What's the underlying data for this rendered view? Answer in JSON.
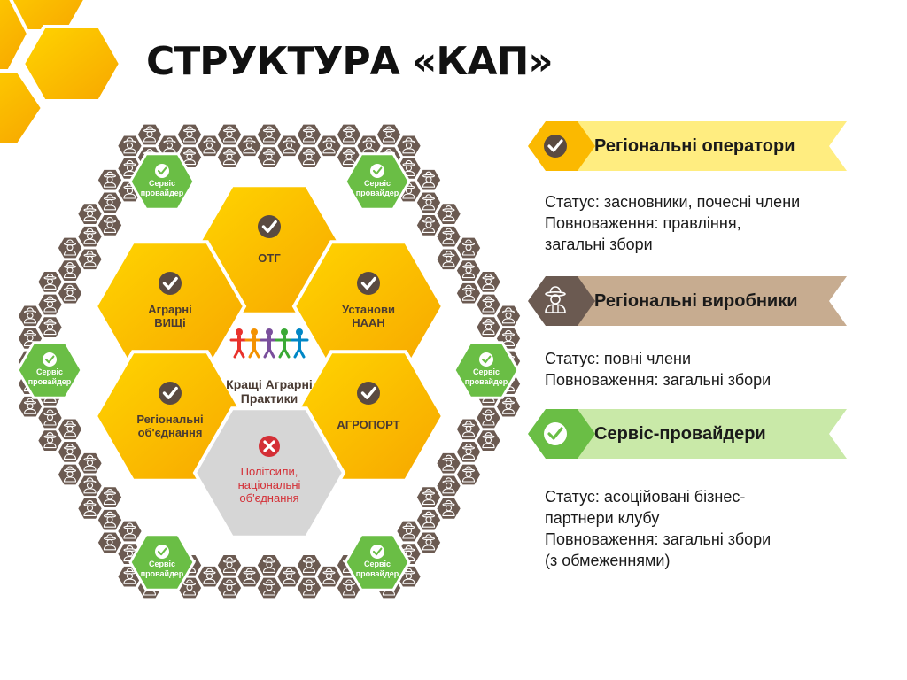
{
  "title": "СТРУКТУРА «КАП»",
  "colors": {
    "yellow_light": "#ffd500",
    "yellow_dark": "#f7a600",
    "brown": "#6b5a51",
    "green": "#6abe45",
    "grey": "#d6d6d6",
    "red": "#d42f36",
    "text": "#1a1a1a",
    "tan": "#c7ac90",
    "green_light": "#c9e9a8"
  },
  "center_logo": {
    "line1": "Кращі Аграрні",
    "line2": "Практики",
    "figure_colors": [
      "#e8322c",
      "#f39200",
      "#7a4f9c",
      "#3aa935",
      "#0087c6"
    ]
  },
  "segments": {
    "top": {
      "line1": "ОТГ",
      "line2": "",
      "icon": "check-icon"
    },
    "upper_left": {
      "line1": "Аграрні",
      "line2": "ВИЩі",
      "icon": "check-icon"
    },
    "upper_right": {
      "line1": "Установи",
      "line2": "НААН",
      "icon": "check-icon"
    },
    "lower_left": {
      "line1": "Регіональні",
      "line2": "об'єднання",
      "icon": "check-icon"
    },
    "lower_right": {
      "line1": "АГРОПОРТ",
      "line2": "",
      "icon": "check-icon"
    },
    "bottom": {
      "line1": "Політсили,",
      "line2": "національні",
      "line3": "об'єднання",
      "icon": "cross-icon"
    }
  },
  "service_hex_label": {
    "line1": "Сервіс",
    "line2": "провайдер"
  },
  "legend": [
    {
      "title": "Регіональні оператори",
      "icon": "check-icon",
      "desc": [
        "Статус: засновники, почесні члени",
        "Повноваження: правління,",
        "загальні збори"
      ]
    },
    {
      "title": "Регіональні виробники",
      "icon": "farmer-icon",
      "desc": [
        "Статус: повні члени",
        "Повноваження: загальні збори"
      ]
    },
    {
      "title": "Сервіс-провайдери",
      "icon": "check-icon",
      "desc": [
        "Статус: асоційовані бізнес-",
        "партнери клубу",
        "Повноваження: загальні збори",
        "(з обмеженнями)"
      ]
    }
  ]
}
